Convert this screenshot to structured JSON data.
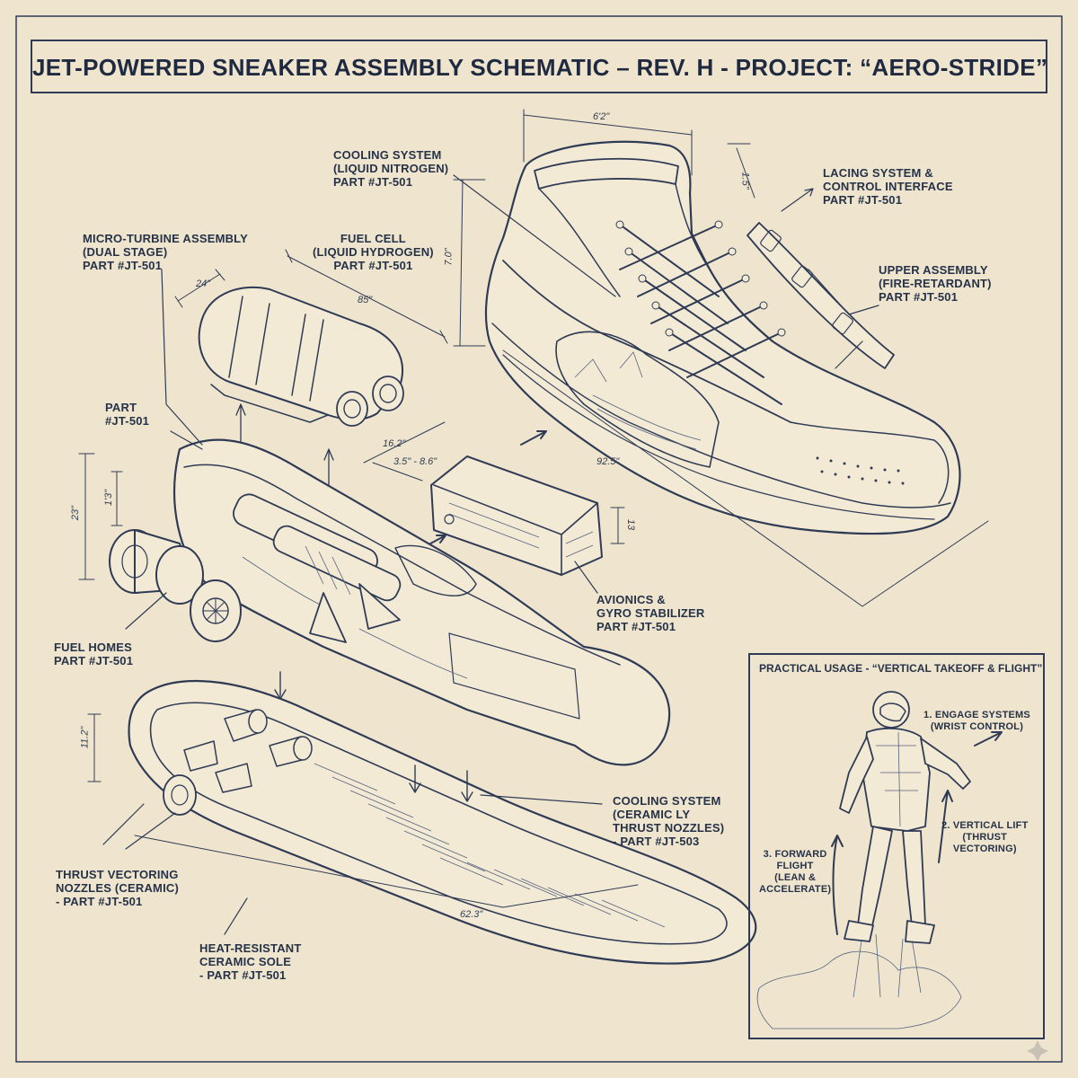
{
  "title": "JET-POWERED SNEAKER ASSEMBLY SCHEMATIC – REV. H - PROJECT: “AERO-STRIDE”",
  "callouts": {
    "cooling_top": "COOLING SYSTEM\n(LIQUID NITROGEN)\nPART #JT-501",
    "lacing": "LACING SYSTEM &\nCONTROL INTERFACE\nPART #JT-501",
    "upper": "UPPER ASSEMBLY\n(FIRE-RETARDANT)\nPART #JT-501",
    "micro_turbine": "MICRO-TURBINE ASSEMBLY\n(DUAL STAGE)\nPART #JT-501",
    "fuel_cell": "FUEL CELL\n(LIQUID HYDROGEN)\nPART #JT-501",
    "part": "PART\n#JT-501",
    "avionics": "AVIONICS &\nGYRO STABILIZER\nPART #JT-501",
    "fuel_homes": "FUEL HOMES\nPART #JT-501",
    "cooling_ceramic": "COOLING SYSTEM\n(CERAMIC LY\nTHRUST NOZZLES)\n- PART #JT-503",
    "thrust_vectoring": "THRUST VECTORING\nNOZZLES (CERAMIC)\n- PART #JT-501",
    "sole": "HEAT-RESISTANT\nCERAMIC SOLE\n- PART #JT-501"
  },
  "dimensions": {
    "shoe_width": "6'2\"",
    "collar": "1.5\"",
    "shoe_height": "7.0\"",
    "cell_width": "24\"",
    "cell_length": "85\"",
    "cell_depth": "16.2\"",
    "avionics_width": "3.5\" - 8.6\"",
    "shoe_length": "92.5\"",
    "avionics_height": "13",
    "chassis_height": "23\"",
    "chassis_inner": "1'3\"",
    "sole_height": "11.2\"",
    "sole_length": "62.3\""
  },
  "usage": {
    "title": "PRACTICAL USAGE - “VERTICAL TAKEOFF & FLIGHT”",
    "step1": "1. ENGAGE SYSTEMS\n(WRIST CONTROL)",
    "step2": "2. VERTICAL LIFT\n(THRUST\nVECTORING)",
    "step3": "3. FORWARD\nFLIGHT\n(LEAN &\nACCELERATE)"
  },
  "colors": {
    "paper": "#efe5cf",
    "ink": "#2f3b55"
  }
}
